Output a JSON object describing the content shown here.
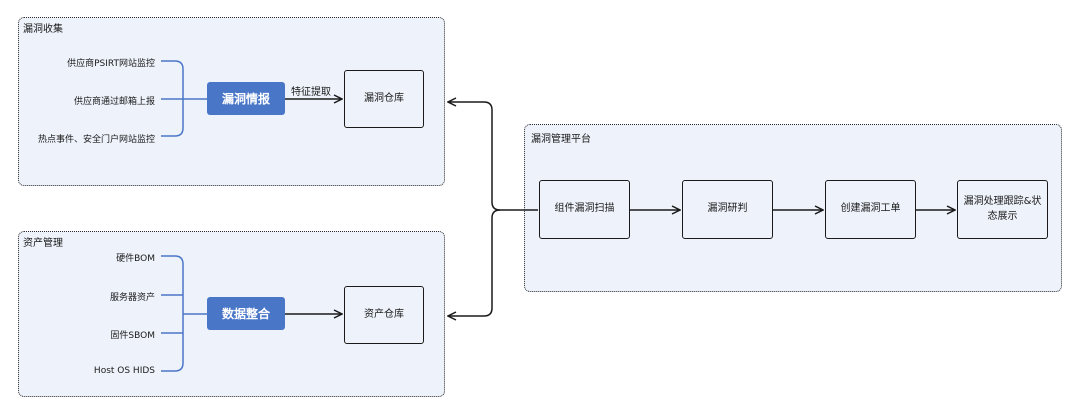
{
  "vuln_collection": {
    "title": "漏洞收集",
    "sources": [
      "供应商PSIRT网站监控",
      "供应商通过邮箱上报",
      "热点事件、安全门户网站监控"
    ],
    "hub": "漏洞情报",
    "edge_label": "特征提取",
    "target": "漏洞仓库"
  },
  "asset_management": {
    "title": "资产管理",
    "sources": [
      "硬件BOM",
      "服务器资产",
      "固件SBOM",
      "Host OS HIDS"
    ],
    "hub": "数据整合",
    "target": "资产仓库"
  },
  "platform": {
    "title": "漏洞管理平台",
    "steps": [
      "组件漏洞扫描",
      "漏洞研判",
      "创建漏洞工单",
      "漏洞处理跟踪&状态展示"
    ]
  },
  "colors": {
    "hub_fill": "#4a76c8",
    "bracket": "#4a76c8",
    "group_fill": "#eef3fb"
  }
}
